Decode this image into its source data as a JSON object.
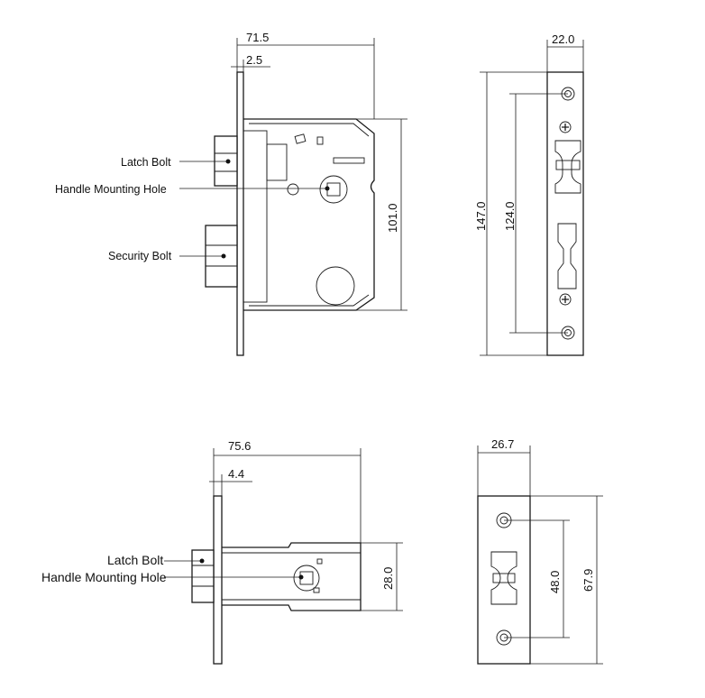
{
  "top_left": {
    "dims": {
      "width": "71.5",
      "plate": "2.5",
      "height": "101.0"
    },
    "labels": {
      "latch": "Latch Bolt",
      "handle": "Handle Mounting Hole",
      "security": "Security Bolt"
    }
  },
  "top_right": {
    "dims": {
      "width": "22.0",
      "total": "147.0",
      "holes": "124.0"
    }
  },
  "bottom_left": {
    "dims": {
      "width": "75.6",
      "plate": "4.4",
      "height": "28.0"
    },
    "labels": {
      "latch": "Latch Bolt",
      "handle": "Handle Mounting Hole"
    }
  },
  "bottom_right": {
    "dims": {
      "width": "26.7",
      "holes": "48.0",
      "total": "67.9"
    }
  }
}
